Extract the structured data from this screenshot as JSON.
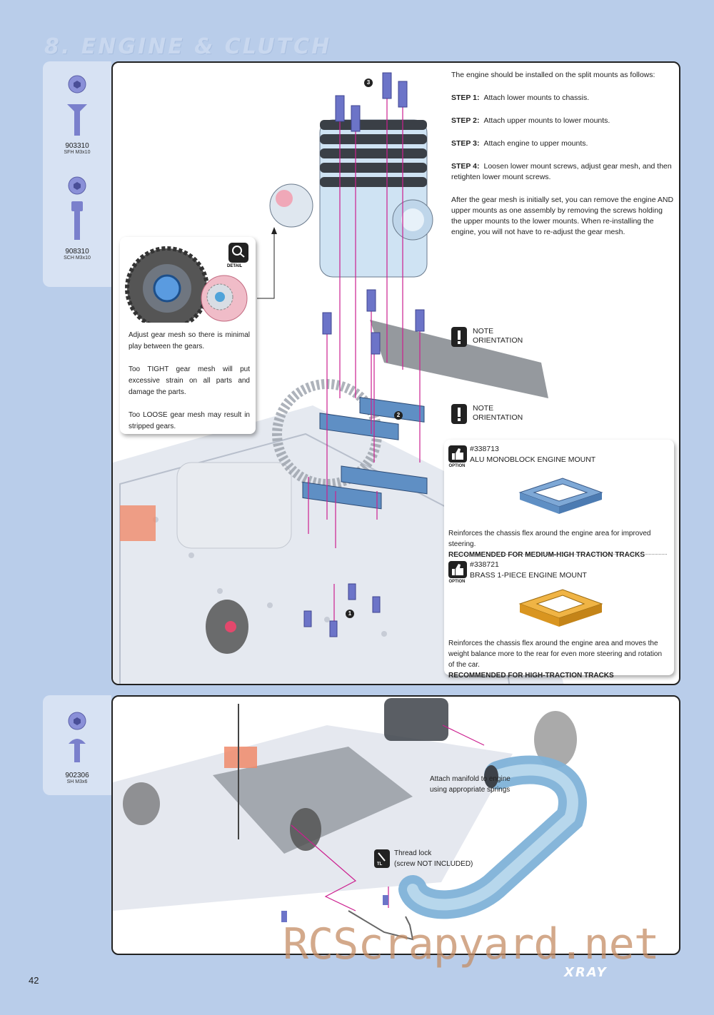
{
  "section_title": "8. ENGINE & CLUTCH",
  "parts_top": [
    {
      "code": "903310",
      "desc": "SFH M3x10",
      "icon": "flat-head-screw-icon"
    },
    {
      "code": "908310",
      "desc": "SCH M3x10",
      "icon": "cap-head-screw-icon"
    }
  ],
  "parts_bottom": [
    {
      "code": "902306",
      "desc": "SH M3x6",
      "icon": "button-head-screw-icon"
    }
  ],
  "instructions": {
    "intro": "The engine should be installed on the split mounts as follows:",
    "steps": [
      {
        "label": "STEP 1:",
        "text": "Attach lower mounts to chassis."
      },
      {
        "label": "STEP 2:",
        "text": "Attach upper mounts to lower mounts."
      },
      {
        "label": "STEP 3:",
        "text": "Attach engine to upper mounts."
      },
      {
        "label": "STEP 4:",
        "text": "Loosen lower mount screws, adjust gear mesh, and then retighten lower mount screws."
      }
    ],
    "outro": "After the gear mesh is initially set, you can remove the engine AND upper mounts as one assembly by removing the screws holding the upper mounts to the lower mounts.  When re-installing the engine, you will not have to re-adjust the gear mesh."
  },
  "detail": {
    "badge": "DETAIL",
    "p1": "Adjust gear mesh so there is minimal play between the gears.",
    "p2": "Too TIGHT gear mesh will put excessive strain on all parts and damage the parts.",
    "p3": "Too LOOSE gear mesh may result in stripped gears."
  },
  "notes": [
    {
      "line1": "NOTE",
      "line2": "ORIENTATION"
    },
    {
      "line1": "NOTE",
      "line2": "ORIENTATION"
    }
  ],
  "step_markers": [
    "3",
    "2",
    "1"
  ],
  "options": [
    {
      "tag": "OPTION",
      "code": "#338713",
      "name": "ALU MONOBLOCK ENGINE MOUNT",
      "desc": "Reinforces the chassis flex around the engine area for improved steering.",
      "rec": "RECOMMENDED FOR MEDIUM-HIGH TRACTION TRACKS",
      "color": "#6f9fd0"
    },
    {
      "tag": "OPTION",
      "code": "#338721",
      "name": "BRASS 1-PIECE ENGINE MOUNT",
      "desc": "Reinforces the chassis flex around the engine area and moves the weight balance more to the rear for even more steering and rotation of the car.",
      "rec": "RECOMMENDED FOR HIGH-TRACTION TRACKS",
      "color": "#e0a23a"
    }
  ],
  "manifold_callout": {
    "line1": "Attach manifold to engine",
    "line2": "using appropriate springs"
  },
  "threadlock": {
    "line1": "Thread lock",
    "line2": "(screw NOT INCLUDED)",
    "badge": "TL"
  },
  "page_number": "42",
  "brand": "XRAY",
  "watermark": "RCScrapyard.net",
  "colors": {
    "background": "#b9cdea",
    "sidebar": "#d7e2f3",
    "leader": "#cc1f8f",
    "screw": "#6c74c8",
    "part_blue": "#8fb4dc"
  }
}
